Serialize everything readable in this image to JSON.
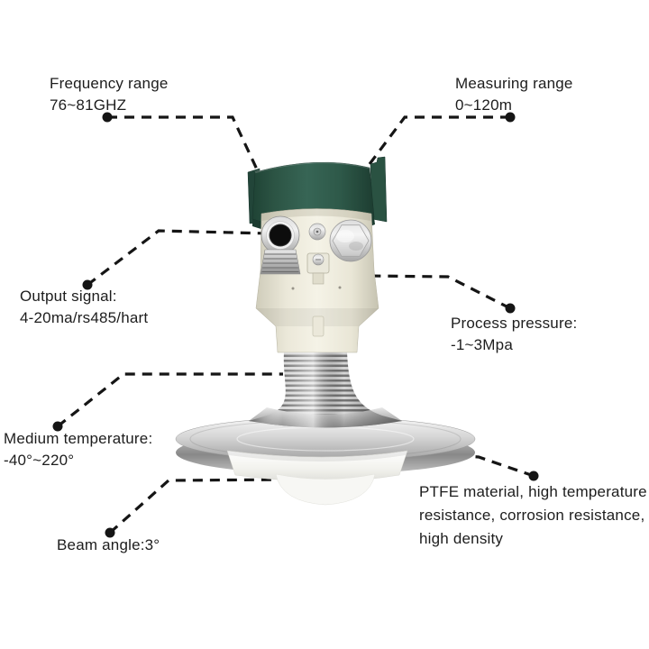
{
  "diagram": {
    "subject": "radar level transmitter product diagram",
    "background": "#ffffff"
  },
  "labels": {
    "frequency": {
      "line1": "Frequency range",
      "line2": "76~81GHZ"
    },
    "measuring": {
      "line1": "Measuring range",
      "line2": "0~120m"
    },
    "output": {
      "line1": "Output signal:",
      "line2": "4-20ma/rs485/hart"
    },
    "pressure": {
      "line1": "Process pressure:",
      "line2": "-1~3Mpa"
    },
    "temperature": {
      "line1": "Medium temperature:",
      "line2": "-40°~220°"
    },
    "beam": {
      "line1": "Beam angle:3°"
    },
    "ptfe": {
      "line1": "PTFE material, high temperature",
      "line2": "resistance, corrosion resistance,",
      "line3": "high density"
    }
  },
  "colors": {
    "leader_line": "#151515",
    "text": "#1d1d1d",
    "cap_green": "#2e5a49",
    "cap_green_dark": "#1b3b2f",
    "housing_cream": "#f0eee1",
    "metal_light": "#ececec",
    "metal_dark": "#8a8a8a",
    "lens_white": "#f6f6f3"
  }
}
